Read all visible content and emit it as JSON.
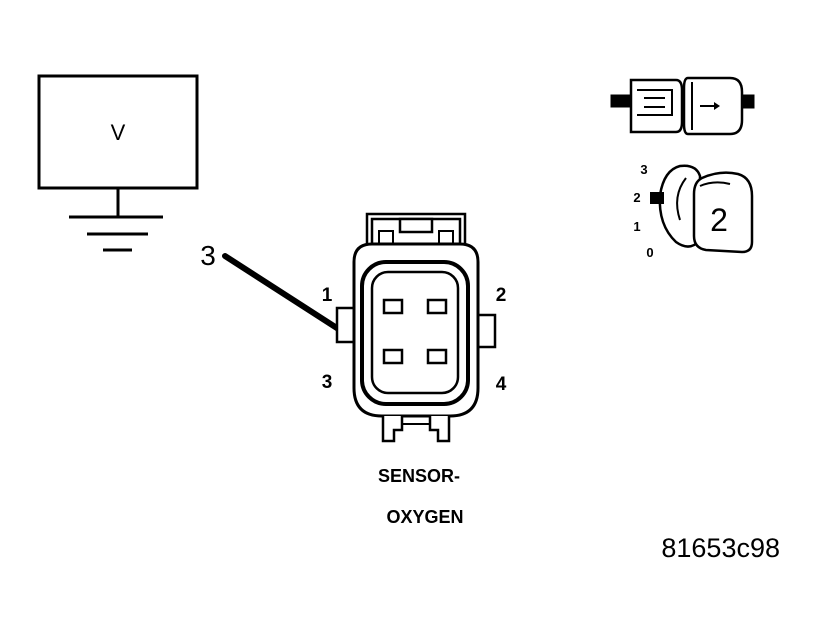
{
  "meter": {
    "label": "V"
  },
  "probe": {
    "pin_number": "3"
  },
  "connector": {
    "pin_labels": [
      "1",
      "2",
      "3",
      "4"
    ],
    "caption_line1": "SENSOR-",
    "caption_line2": "OXYGEN"
  },
  "connector_selector": {
    "position_number": "2",
    "scale_labels": [
      "3",
      "2",
      "1",
      "0"
    ]
  },
  "figure_id": "81653c98"
}
